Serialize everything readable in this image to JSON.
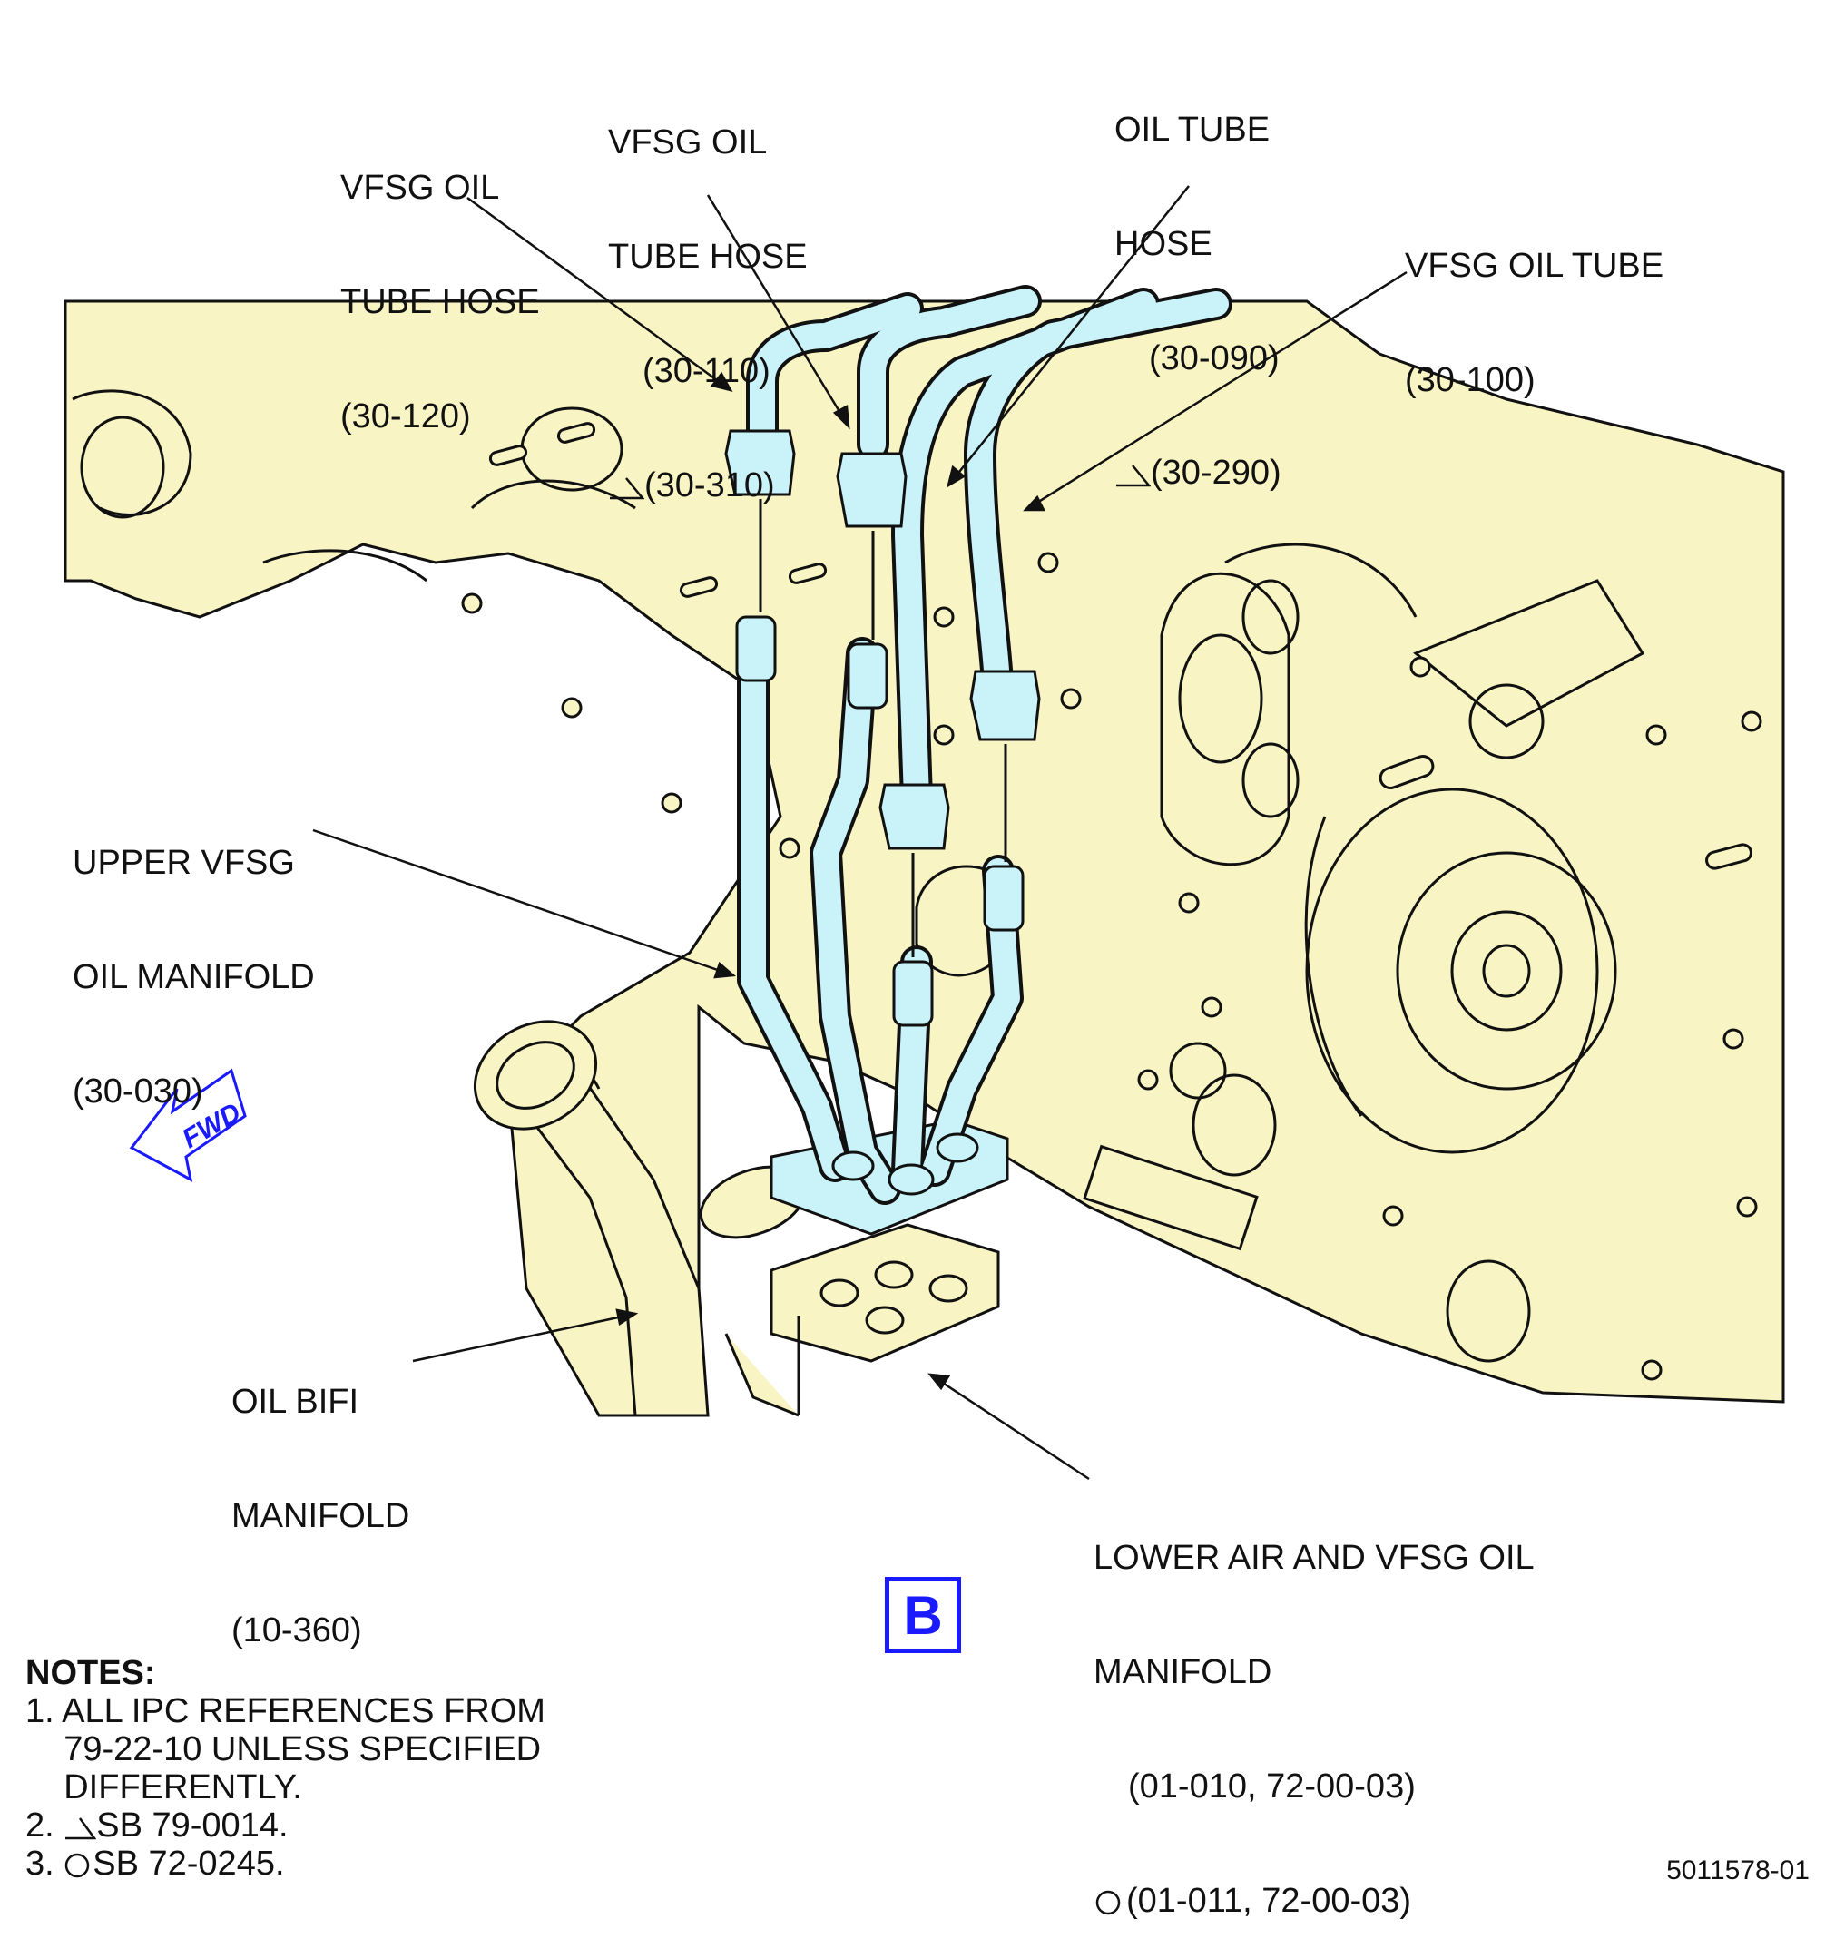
{
  "labels": {
    "tube_hose_120": {
      "l1": "VFSG OIL",
      "l2": "TUBE HOSE",
      "l3": "(30-120)"
    },
    "tube_hose_110": {
      "l1": "VFSG OIL",
      "l2": "TUBE HOSE",
      "l3": "(30-110)",
      "l4": "(30-310)"
    },
    "oil_tube_hose": {
      "l1": "OIL TUBE",
      "l2": "HOSE",
      "l3": "(30-090)",
      "l4": "(30-290)"
    },
    "vfsg_oil_tube": {
      "l1": "VFSG OIL TUBE",
      "l2": "(30-100)"
    },
    "upper_manifold": {
      "l1": "UPPER VFSG",
      "l2": "OIL MANIFOLD",
      "l3": "(30-030)"
    },
    "bifi_manifold": {
      "l1": "OIL BIFI",
      "l2": "MANIFOLD",
      "l3": "(10-360)"
    },
    "lower_manifold": {
      "l1": "LOWER AIR AND VFSG OIL",
      "l2": "MANIFOLD",
      "l3": "(01-010, 72-00-03)",
      "l4": "(01-011, 72-00-03)"
    }
  },
  "view_letter": "B",
  "fwd_arrow": "FWD",
  "notes": {
    "title": "NOTES:",
    "n1a": "1. ALL IPC REFERENCES FROM",
    "n1b": "    79-22-10 UNLESS SPECIFIED",
    "n1c": "    DIFFERENTLY.",
    "n2": "SB 79-0014.",
    "n2_num": "2. ",
    "n3": "SB 72-0245.",
    "n3_num": "3. "
  },
  "figure_number": "5011578-01",
  "colors": {
    "engine_fill": "#f8f4c3",
    "tube_fill": "#c9f3f8",
    "accent_blue": "#1a1aff",
    "line": "#111111"
  }
}
